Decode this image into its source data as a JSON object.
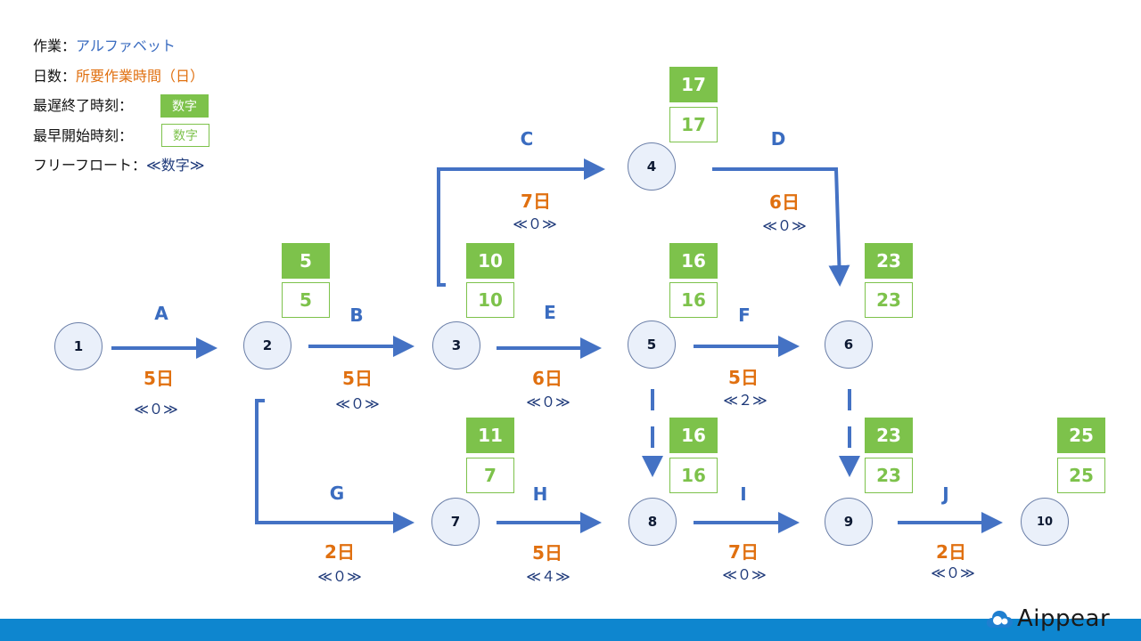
{
  "legend": {
    "task_key": "作業：",
    "task_val": "アルファベット",
    "days_key": "日数：",
    "days_val": "所要作業時間（日）",
    "latest_key": "最遅終了時刻：",
    "latest_box": "数字",
    "earliest_key": "最早開始時刻：",
    "earliest_box": "数字",
    "float_key": "フリーフロート：",
    "float_val": "≪数字≫"
  },
  "nodes": [
    "1",
    "2",
    "3",
    "4",
    "5",
    "6",
    "7",
    "8",
    "9",
    "10"
  ],
  "times": {
    "n2": {
      "late": "5",
      "early": "5"
    },
    "n3": {
      "late": "10",
      "early": "10"
    },
    "n4": {
      "late": "17",
      "early": "17"
    },
    "n5": {
      "late": "16",
      "early": "16"
    },
    "n6": {
      "late": "23",
      "early": "23"
    },
    "n7": {
      "late": "11",
      "early": "7"
    },
    "n8": {
      "late": "16",
      "early": "16"
    },
    "n9": {
      "late": "23",
      "early": "23"
    },
    "n10": {
      "late": "25",
      "early": "25"
    }
  },
  "tasks": {
    "A": {
      "label": "A",
      "days": "5日",
      "float": "≪０≫"
    },
    "B": {
      "label": "B",
      "days": "5日",
      "float": "≪０≫"
    },
    "C": {
      "label": "C",
      "days": "7日",
      "float": "≪０≫"
    },
    "D": {
      "label": "D",
      "days": "6日",
      "float": "≪０≫"
    },
    "E": {
      "label": "E",
      "days": "6日",
      "float": "≪０≫"
    },
    "F": {
      "label": "F",
      "days": "5日",
      "float": "≪２≫"
    },
    "G": {
      "label": "G",
      "days": "2日",
      "float": "≪０≫"
    },
    "H": {
      "label": "H",
      "days": "5日",
      "float": "≪４≫"
    },
    "I": {
      "label": "I",
      "days": "7日",
      "float": "≪０≫"
    },
    "J": {
      "label": "J",
      "days": "2日",
      "float": "≪０≫"
    }
  },
  "colors": {
    "arrow": "#4472c4",
    "green": "#7dc24b",
    "orange": "#e07010",
    "footer": "#0e86cf"
  },
  "brand": {
    "logo_text": "Aippear"
  }
}
